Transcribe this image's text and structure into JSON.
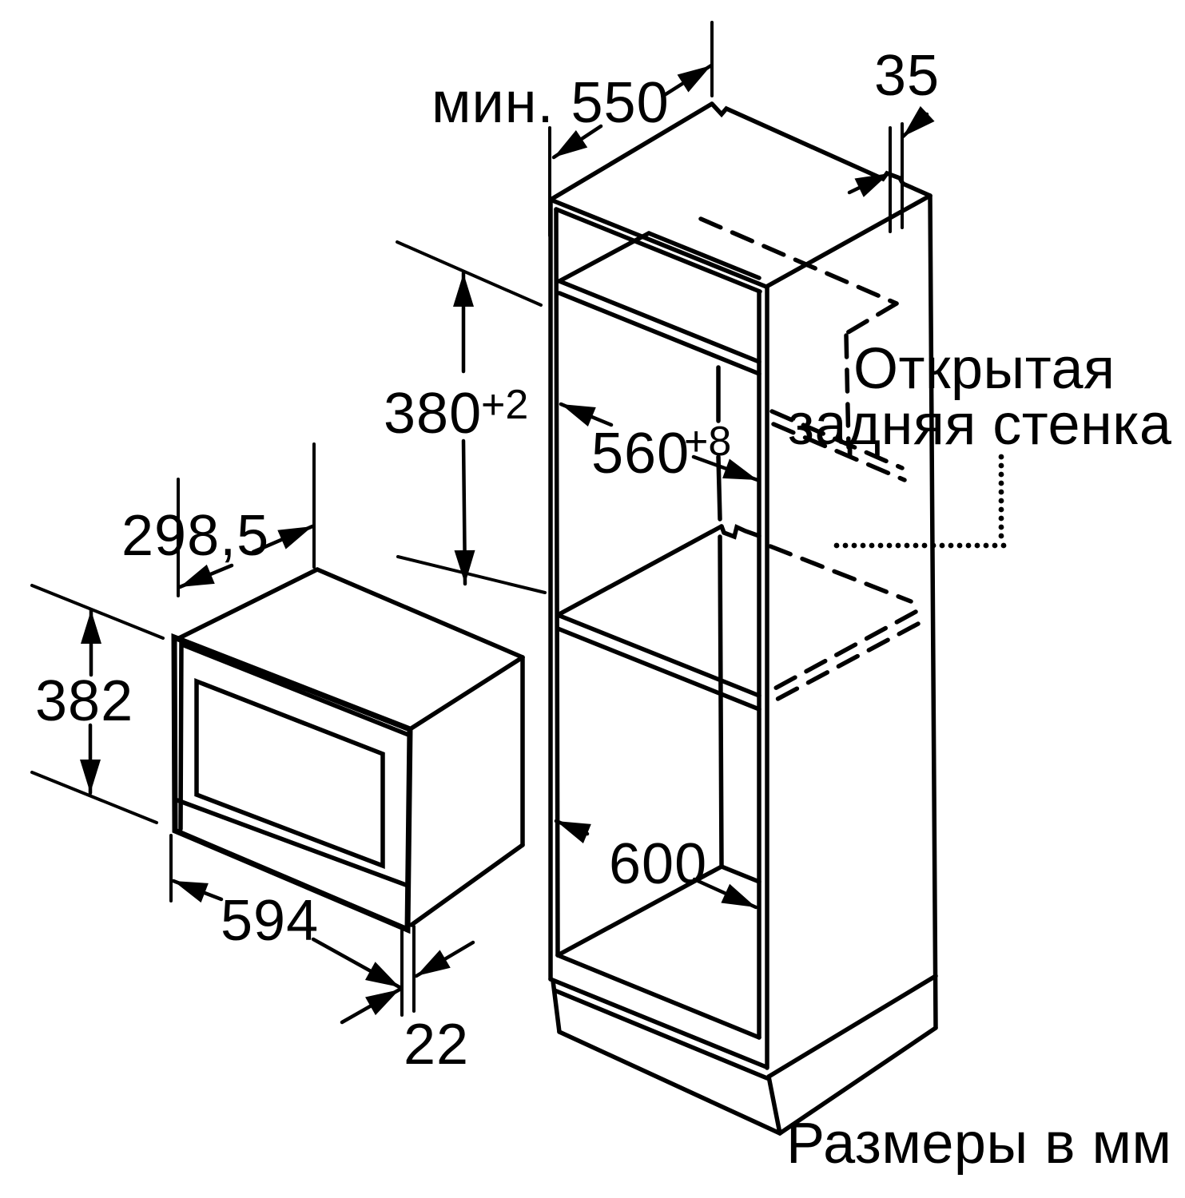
{
  "diagram": {
    "units_note": "Размеры в мм",
    "open_back_note": {
      "line1": "Открытая",
      "line2": "задняя стенка"
    },
    "dimensions": {
      "cabinet_min_depth": "мин. 550",
      "rear_gap": "35",
      "niche_height": "380",
      "niche_height_tolerance": "+2",
      "niche_width": "560",
      "niche_width_tolerance": "+8",
      "appliance_depth": "298,5",
      "appliance_height": "382",
      "appliance_width": "594",
      "door_overlap": "22",
      "lower_niche_depth": "600"
    },
    "colors": {
      "line": "#000000",
      "background": "#ffffff"
    }
  }
}
